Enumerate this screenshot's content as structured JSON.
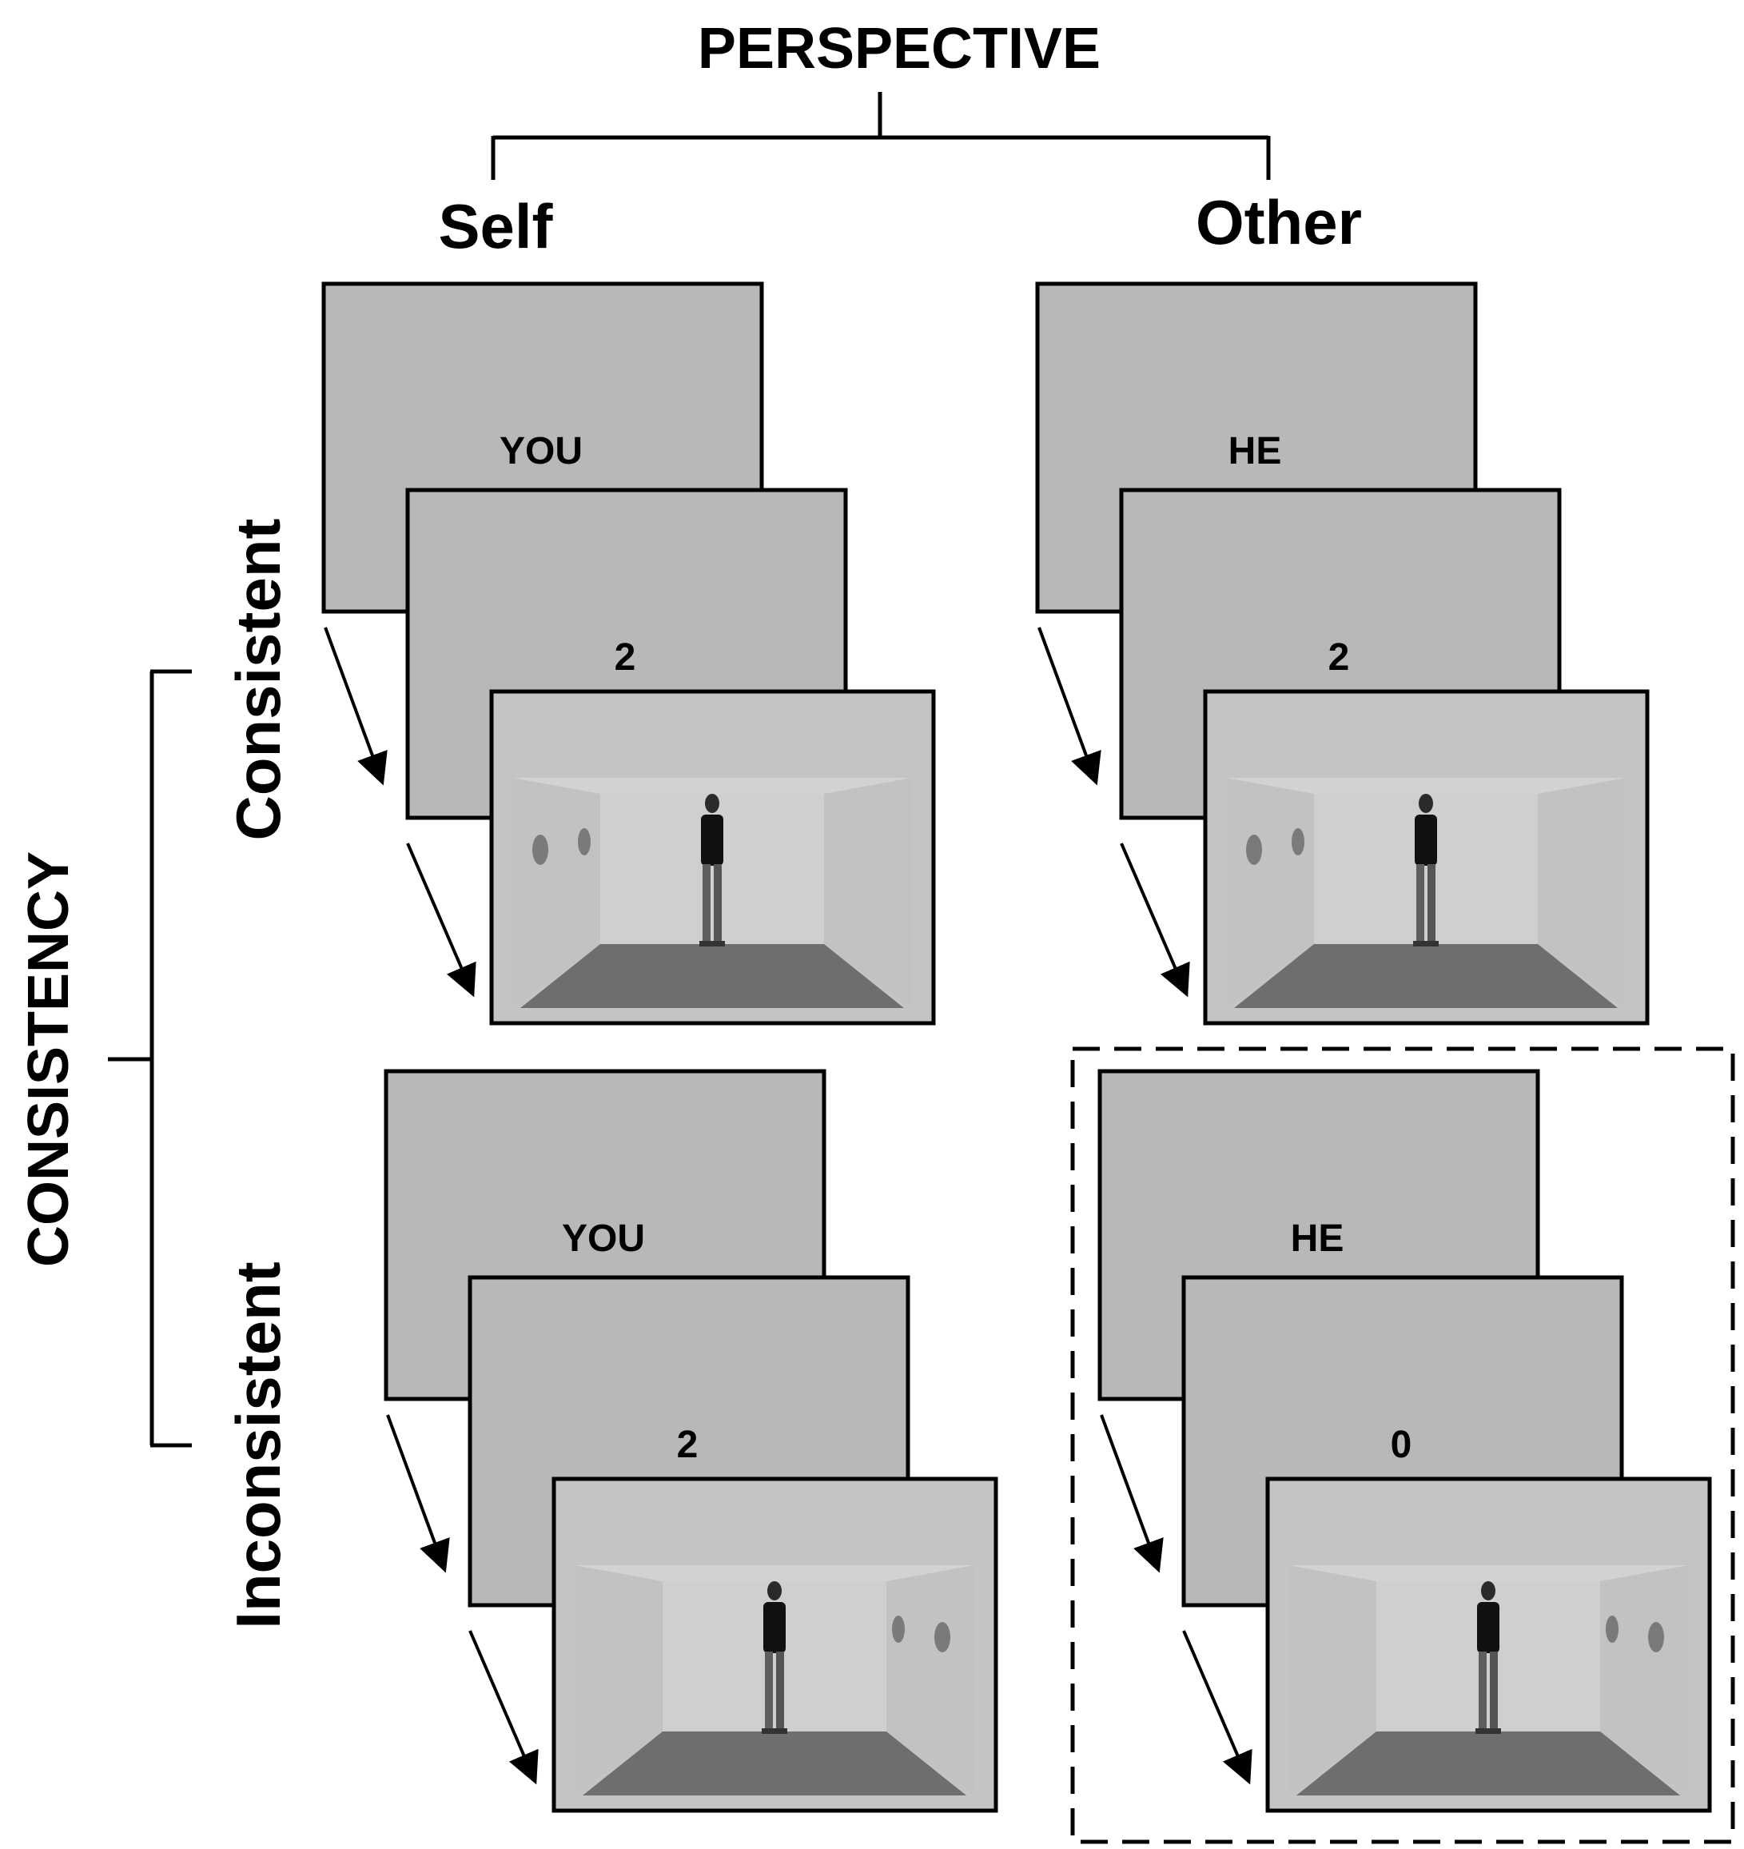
{
  "header": {
    "title": "PERSPECTIVE"
  },
  "columns": {
    "self_label": "Self",
    "other_label": "Other"
  },
  "side": {
    "title": "CONSISTENCY"
  },
  "rows": {
    "consistent_label": "Consistent",
    "inconsistent_label": "Inconsistent"
  },
  "panels": [
    {
      "perspective": "Self",
      "condition": "Consistent",
      "cue": "YOU",
      "number": "2",
      "dots_side": "left"
    },
    {
      "perspective": "Other",
      "condition": "Consistent",
      "cue": "HE",
      "number": "2",
      "dots_side": "left"
    },
    {
      "perspective": "Self",
      "condition": "Inconsistent",
      "cue": "YOU",
      "number": "2",
      "dots_side": "right"
    },
    {
      "perspective": "Other",
      "condition": "Inconsistent",
      "cue": "HE",
      "number": "0",
      "dots_side": "right",
      "highlighted": true
    }
  ],
  "colors": {
    "screen": "#b8b8b8",
    "scene_bg": "#c4c4c4",
    "wall_light": "#cfcfcf",
    "wall_side": "#c2c2c2",
    "floor": "#6e6e6e",
    "dot": "#7a7a7a",
    "line": "#000000"
  }
}
